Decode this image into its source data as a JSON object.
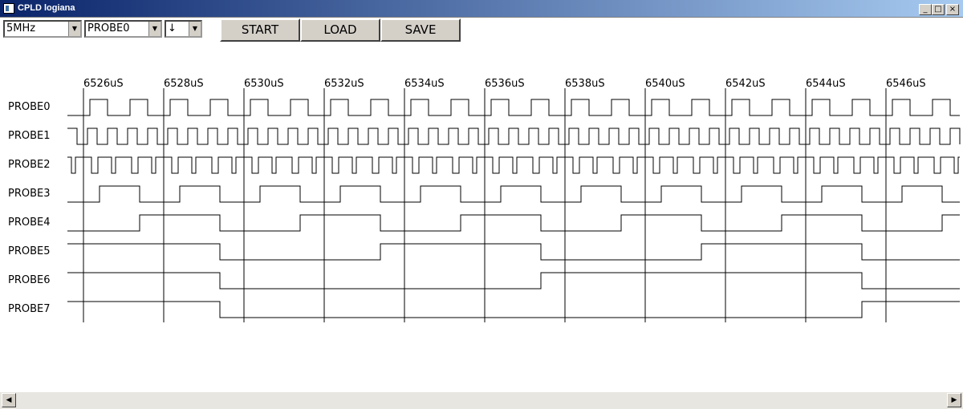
{
  "window": {
    "title": "CPLD logiana",
    "minimize_icon": "minimize-icon",
    "maximize_icon": "maximize-icon",
    "close_icon": "close-icon"
  },
  "toolbar": {
    "frequency": "5MHz",
    "trigger_probe": "PROBE0",
    "trigger_edge": "↓",
    "start_label": "START",
    "load_label": "LOAD",
    "save_label": "SAVE"
  },
  "timeline": {
    "tick_labels": [
      "6526uS",
      "6528uS",
      "6530uS",
      "6532uS",
      "6534uS",
      "6536uS",
      "6538uS",
      "6540uS",
      "6542uS",
      "6544uS",
      "6546uS"
    ]
  },
  "channels": [
    {
      "name": "PROBE0"
    },
    {
      "name": "PROBE1"
    },
    {
      "name": "PROBE2"
    },
    {
      "name": "PROBE3"
    },
    {
      "name": "PROBE4"
    },
    {
      "name": "PROBE5"
    },
    {
      "name": "PROBE6"
    },
    {
      "name": "PROBE7"
    }
  ],
  "scrollbar": {
    "left_icon": "arrow-left-icon",
    "right_icon": "arrow-right-icon"
  }
}
